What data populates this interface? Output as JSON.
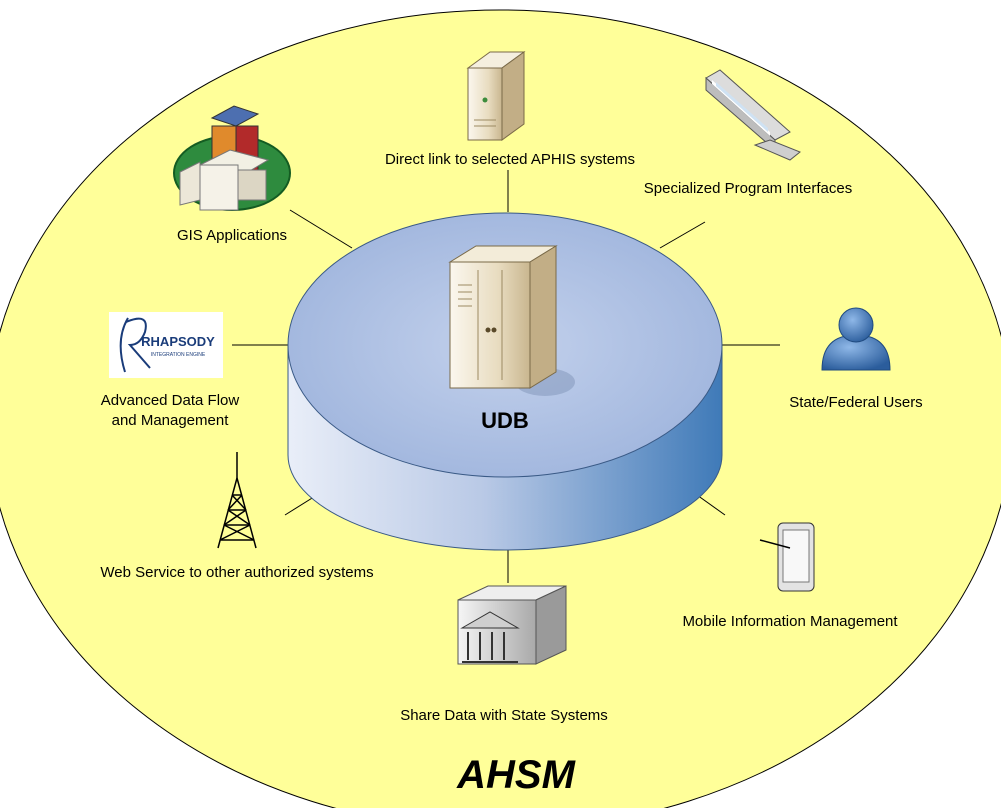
{
  "system_label": "AHSM",
  "hub": {
    "label": "UDB",
    "icon": "server-tower-icon"
  },
  "nodes": [
    {
      "id": "direct-link",
      "label": "Direct link to selected APHIS systems",
      "icon": "server-icon"
    },
    {
      "id": "program-interfaces",
      "label": "Specialized Program Interfaces",
      "icon": "monitor-icon"
    },
    {
      "id": "gis",
      "label": "GIS Applications",
      "icon": "city-map-icon"
    },
    {
      "id": "rhapsody",
      "label_lines": [
        "Advanced Data Flow",
        "and Management"
      ],
      "icon": "rhapsody-logo",
      "logo_text": "RHAPSODY",
      "logo_subtext": "INTEGRATION ENGINE"
    },
    {
      "id": "users",
      "label": "State/Federal Users",
      "icon": "user-icon"
    },
    {
      "id": "web-service",
      "label": "Web Service to other authorized systems",
      "icon": "radio-tower-icon"
    },
    {
      "id": "mobile",
      "label": "Mobile Information Management",
      "icon": "tablet-icon"
    },
    {
      "id": "state-systems",
      "label": "Share Data with State Systems",
      "icon": "government-building-icon"
    }
  ],
  "colors": {
    "outer_fill": "#ffff99",
    "hub_top": "#a8bce0",
    "hub_side_dark": "#3f7ab8"
  }
}
